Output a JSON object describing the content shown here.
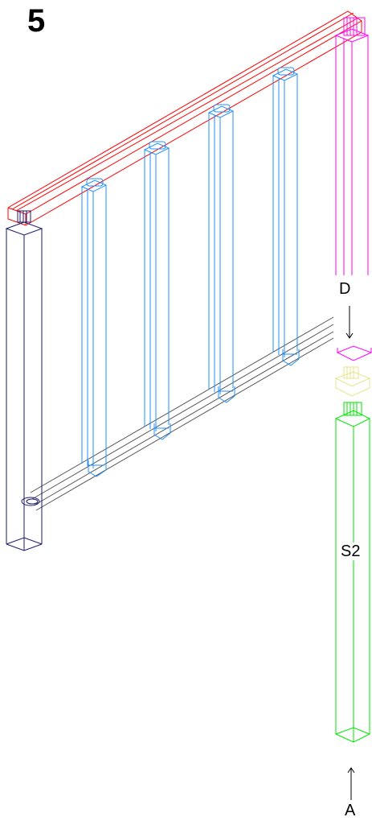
{
  "step_number": "5",
  "labels": {
    "d": "D",
    "s2": "S2",
    "a": "A"
  },
  "colors": {
    "top_rail": "#ff0000",
    "left_post": "#1a1a6e",
    "slats": "#1e90ff",
    "bottom_rails": "#555555",
    "post_top_cap": "#ff00ff",
    "connector": "#e6e68a",
    "post_s2": "#00e600",
    "arrows": "#000000"
  },
  "icons": {
    "arrow_down": "arrow-down-icon",
    "arrow_up": "arrow-up-icon"
  }
}
